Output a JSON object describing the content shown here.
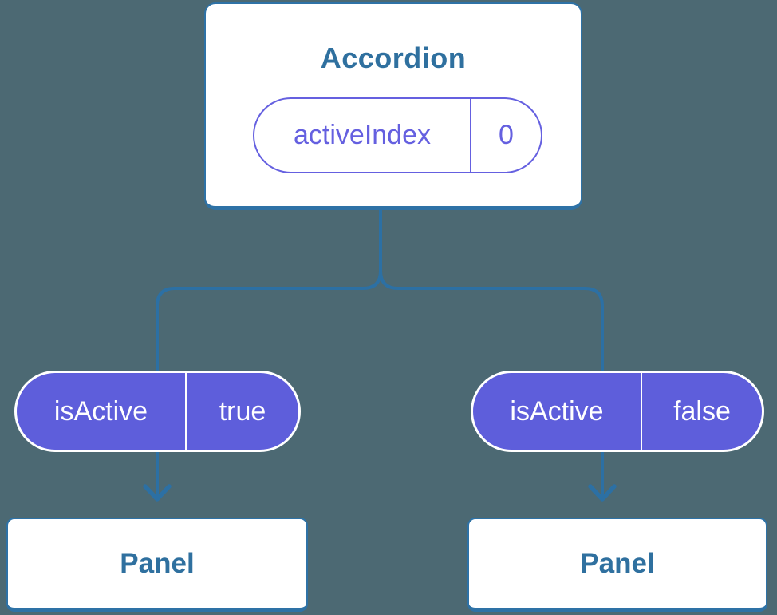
{
  "diagram": {
    "description": "React component tree showing state passed down as props",
    "background_color": "#4C6973",
    "line_color": "#2C70A4",
    "box_border_color": "#2E72A6",
    "text_color": "#2F709F",
    "pill_fill_color": "#5E5EDB",
    "pill_outline_color": "#6560E0"
  },
  "tree": {
    "root": {
      "title": "Accordion",
      "state": {
        "name": "activeIndex",
        "value": "0"
      }
    },
    "children": [
      {
        "prop": {
          "name": "isActive",
          "value": "true"
        },
        "component": "Panel"
      },
      {
        "prop": {
          "name": "isActive",
          "value": "false"
        },
        "component": "Panel"
      }
    ]
  }
}
